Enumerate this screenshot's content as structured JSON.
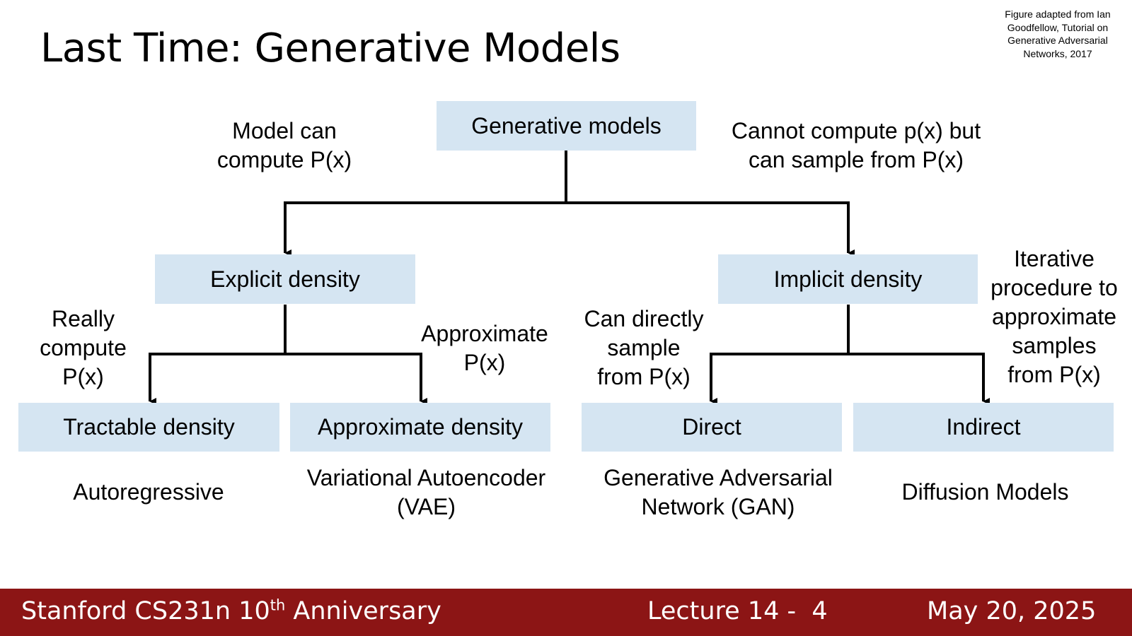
{
  "slide": {
    "title": "Last Time: Generative Models",
    "credit": [
      "Figure adapted from Ian",
      "Goodfellow, Tutorial on",
      "Generative Adversarial",
      "Networks, 2017"
    ]
  },
  "diagram": {
    "nodes": {
      "root": "Generative models",
      "explicit": "Explicit density",
      "implicit": "Implicit density",
      "tractable": "Tractable density",
      "approximate": "Approximate density",
      "direct": "Direct",
      "indirect": "Indirect"
    },
    "annotations": {
      "model_can_compute": [
        "Model can",
        "compute P(x)"
      ],
      "cannot_compute": [
        "Cannot compute p(x) but",
        "can sample from P(x)"
      ],
      "really_compute": [
        "Really",
        "compute",
        "P(x)"
      ],
      "approximate_px": [
        "Approximate",
        "P(x)"
      ],
      "can_directly_sample": [
        "Can directly",
        "sample",
        "from P(x)"
      ],
      "iterative_procedure": [
        "Iterative",
        "procedure to",
        "approximate",
        "samples",
        "from P(x)"
      ]
    },
    "examples": {
      "autoregressive": [
        "Autoregressive"
      ],
      "vae": [
        "Variational Autoencoder",
        "(VAE)"
      ],
      "gan": [
        "Generative Adversarial",
        "Network (GAN)"
      ],
      "diffusion": [
        "Diffusion Models"
      ]
    }
  },
  "footer": {
    "course_prefix": "Stanford CS231n 10",
    "course_sup": "th",
    "course_suffix": " Anniversary",
    "lecture": "Lecture 14 -  4",
    "date": "May 20, 2025"
  }
}
